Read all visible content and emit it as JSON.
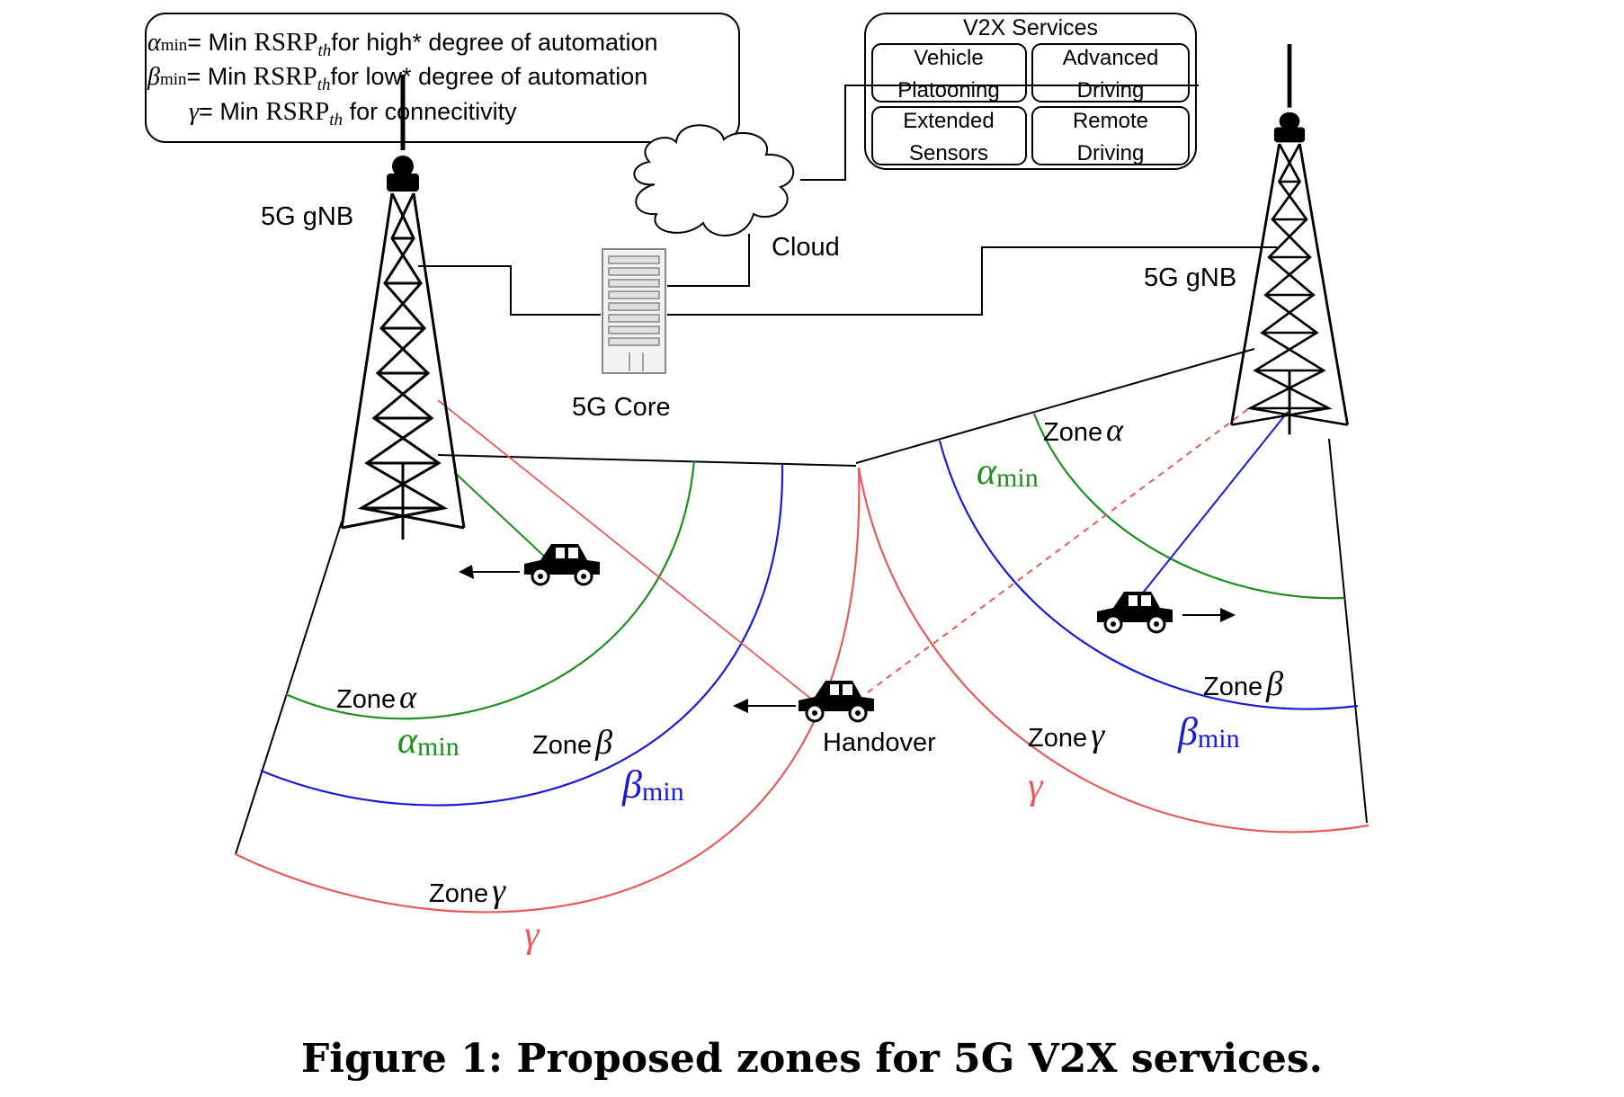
{
  "legend": {
    "alpha_sym": "α",
    "alpha_sub": "min",
    "alpha_eq": "= Min ",
    "alpha_rsrp": "RSRP",
    "alpha_th": "th",
    "alpha_tail": "for high* degree of automation",
    "beta_sym": "β",
    "beta_sub": "min",
    "beta_eq": "= Min ",
    "beta_rsrp": "RSRP",
    "beta_th": "th",
    "beta_tail": "for low* degree of automation",
    "gamma_sym": "γ",
    "gamma_eq": "= Min ",
    "gamma_rsrp": "RSRP",
    "gamma_th": "th",
    "gamma_tail": " for connecitivity"
  },
  "services": {
    "title": "V2X Services",
    "vehicle_1": "Vehicle",
    "vehicle_2": "Platooning",
    "advanced_1": "Advanced",
    "advanced_2": "Driving",
    "extended_1": "Extended",
    "extended_2": "Sensors",
    "remote_1": "Remote",
    "remote_2": "Driving"
  },
  "labels": {
    "gnb_left": "5G gNB",
    "gnb_right": "5G gNB",
    "cloud": "Cloud",
    "core": "5G Core",
    "handover": "Handover",
    "zone": "Zone",
    "alpha": "α",
    "beta": "β",
    "gamma": "γ",
    "min": "min"
  },
  "caption": "Figure 1: Proposed zones for 5G V2X services.",
  "colors": {
    "alpha": "#1e8f1e",
    "beta": "#1a1ad6",
    "gamma": "#e85a5a",
    "line": "#000000"
  }
}
